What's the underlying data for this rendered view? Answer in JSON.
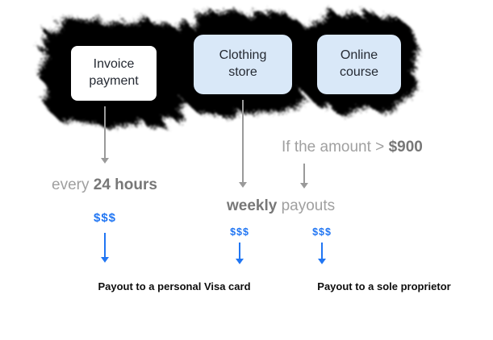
{
  "diagram": {
    "nodes": [
      {
        "name": "invoice-payment",
        "line1": "Invoice",
        "line2": "payment"
      },
      {
        "name": "clothing-store",
        "line1": "Clothing",
        "line2": "store"
      },
      {
        "name": "online-course",
        "line1": "Online",
        "line2": "course"
      }
    ],
    "labels": {
      "condition": {
        "prefix": "If the amount > ",
        "bold": "$900"
      },
      "interval_left": {
        "prefix": "every ",
        "bold": "24 hours"
      },
      "interval_mid": {
        "bold": "weekly",
        "suffix": " payouts"
      },
      "money": "$$$",
      "payout_left": "Payout to a personal Visa card",
      "payout_right": "Payout to a sole proprietor"
    },
    "colors": {
      "accent_blue": "#2176f3",
      "muted_gray": "#9a9a9a",
      "node_blue_bg": "#d9e8f8",
      "node_white_bg": "#ffffff",
      "halo_black": "#000000",
      "text_dark": "#252a33",
      "payout_text": "#0d0d0d"
    }
  }
}
